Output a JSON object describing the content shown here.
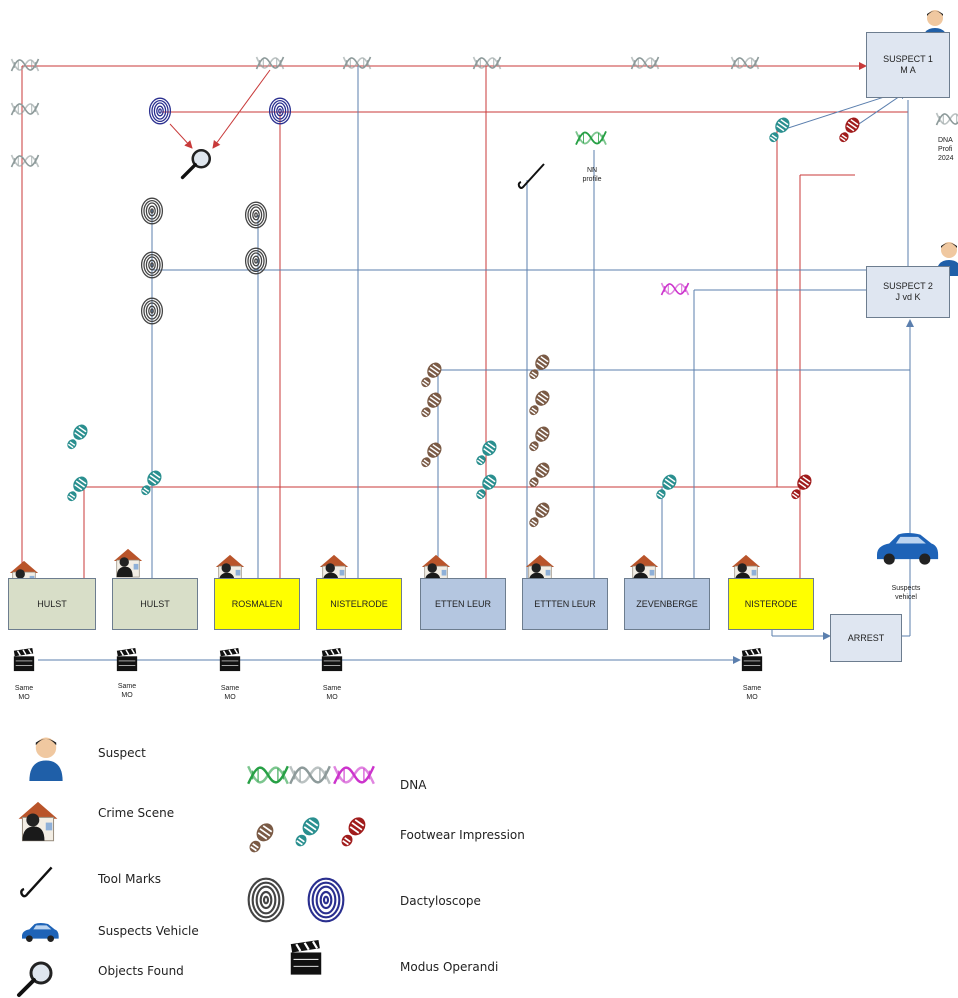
{
  "suspects": [
    {
      "line1": "SUSPECT 1",
      "line2": "M A"
    },
    {
      "line1": "SUSPECT 2",
      "line2": "J vd K"
    }
  ],
  "crime_scenes": [
    "HULST",
    "HULST",
    "ROSMALEN",
    "NISTELRODE",
    "ETTEN LEUR",
    "ETTTEN LEUR",
    "ZEVENBERGE",
    "NISTERODE"
  ],
  "arrest_label": "ARREST",
  "mo_label": {
    "line1": "Same",
    "line2": "MO"
  },
  "nn_profile": {
    "line1": "NN",
    "line2": "profile"
  },
  "suspects_vehicle": {
    "line1": "Suspects",
    "line2": "vehicel"
  },
  "dna_profile_cut": {
    "line1": "DNA",
    "line2": "Profi",
    "line3": "2024"
  },
  "legend": {
    "suspect": "Suspect",
    "crime_scene": "Crime Scene",
    "tool_marks": "Tool Marks",
    "suspects_vehicle": "Suspects Vehicle",
    "objects_found": "Objects Found",
    "dna": "DNA",
    "footwear": "Footwear Impression",
    "dactyloscope": "Dactyloscope",
    "modus_operandi": "Modus Operandi"
  },
  "colors": {
    "red_link": "#c83a3a",
    "blue_link": "#5b7fae",
    "scene_grey": "#d8dec8",
    "scene_yellow": "#ffff00",
    "scene_blue": "#b4c6e0",
    "suspect_box": "#dfe6f1"
  }
}
